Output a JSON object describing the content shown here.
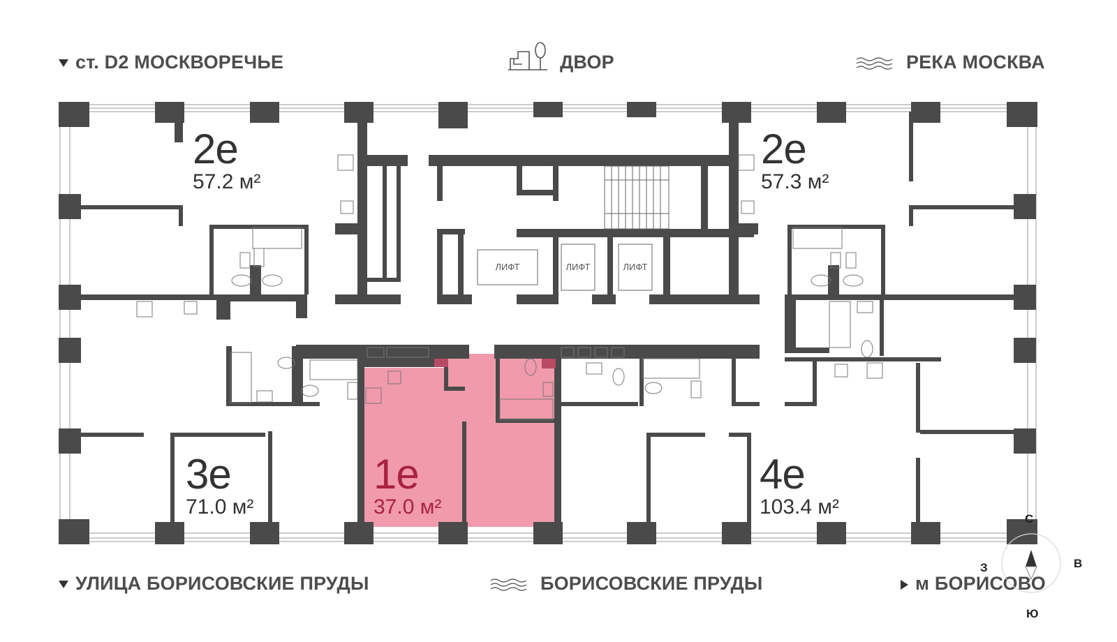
{
  "orientation": {
    "top_left": "ст. D2 МОСКВОРЕЧЬЕ",
    "top_center": "ДВОР",
    "top_right": "РЕКА МОСКВА",
    "bottom_left": "УЛИЦА БОРИСОВСКИЕ ПРУДЫ",
    "bottom_center": "БОРИСОВСКИЕ ПРУДЫ",
    "bottom_right": "м БОРИСОВО"
  },
  "units": [
    {
      "name": "2е",
      "area": "57.2 м²",
      "selected": false
    },
    {
      "name": "2е",
      "area": "57.3 м²",
      "selected": false
    },
    {
      "name": "3е",
      "area": "71.0 м²",
      "selected": false
    },
    {
      "name": "1е",
      "area": "37.0 м²",
      "selected": true
    },
    {
      "name": "4е",
      "area": "103.4 м²",
      "selected": false
    }
  ],
  "lifts": [
    "ЛИФТ",
    "ЛИФТ",
    "ЛИФТ"
  ],
  "compass": {
    "n": "С",
    "s": "Ю",
    "w": "З",
    "e": "В"
  },
  "colors": {
    "wall": "#4a4a4a",
    "selected_fill": "#f09aab",
    "selected_text": "#a8233f"
  }
}
